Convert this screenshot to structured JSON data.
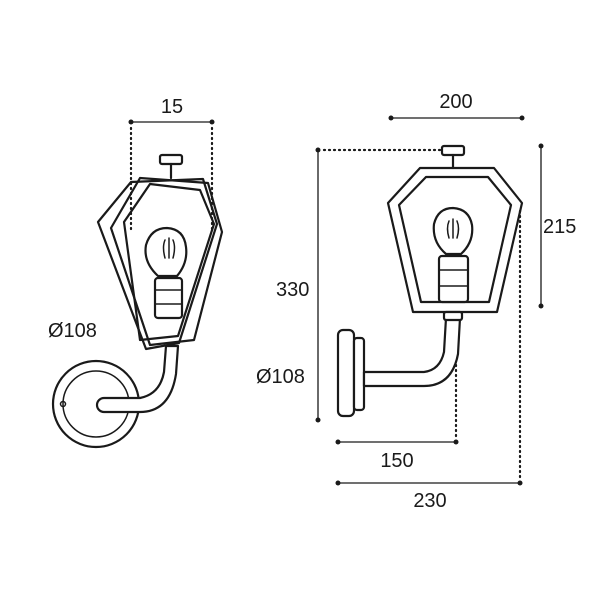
{
  "dimensions": {
    "front_width": "15",
    "front_diameter": "Ø108",
    "side_width_top": "200",
    "side_height_lantern": "215",
    "side_height_total": "330",
    "side_diameter": "Ø108",
    "side_projection_arm": "150",
    "side_projection_total": "230"
  },
  "colors": {
    "line": "#1a1a1a",
    "background": "#ffffff"
  }
}
